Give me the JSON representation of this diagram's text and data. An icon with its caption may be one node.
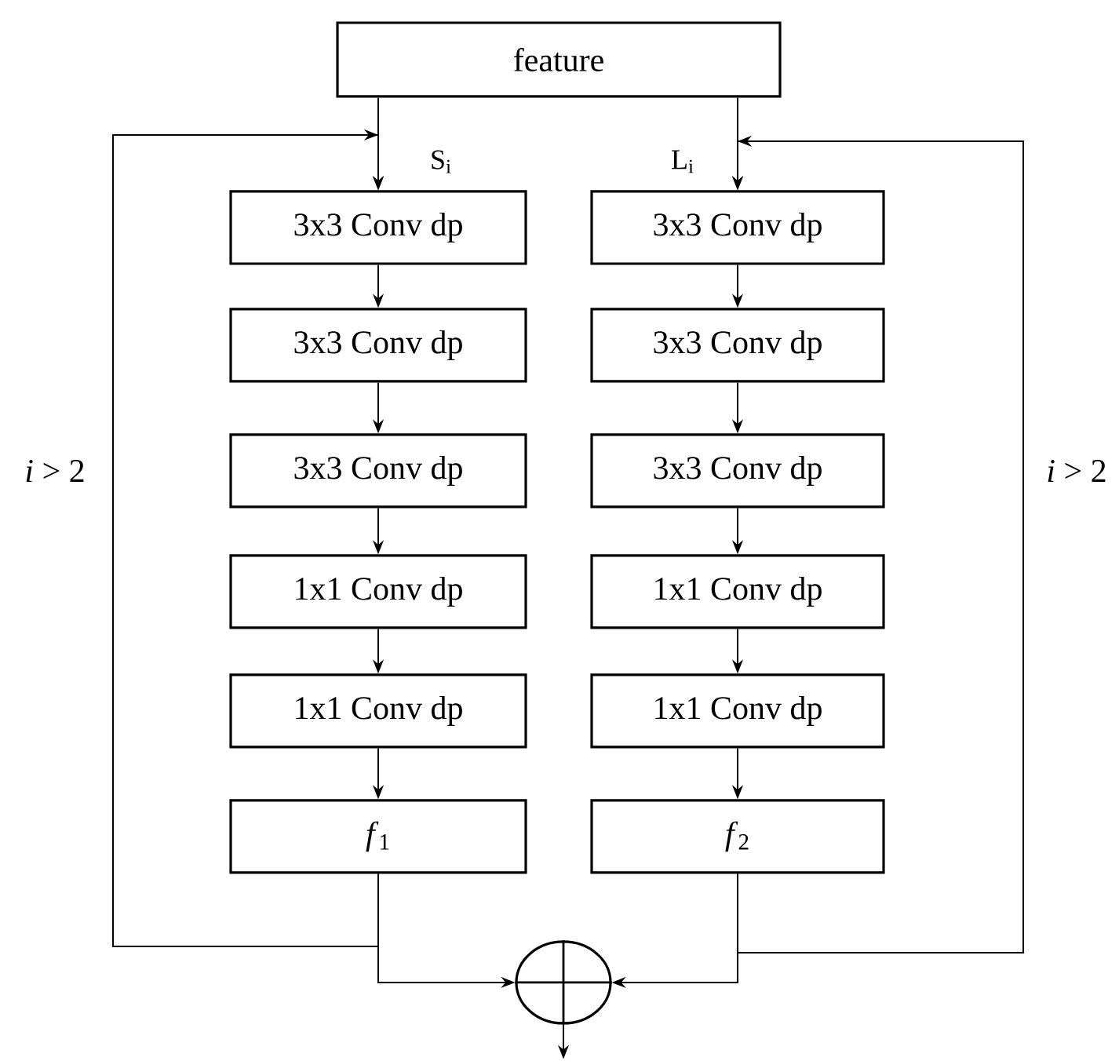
{
  "diagram": {
    "nodes": [
      {
        "text": [
          "feature"
        ]
      },
      {
        "text": [
          "3x3 Conv dp"
        ]
      },
      {
        "text": [
          "3x3 Conv dp"
        ]
      },
      {
        "text": [
          "3x3 Conv dp"
        ]
      },
      {
        "text": [
          "1x1 Conv dp"
        ]
      },
      {
        "text": [
          "1x1 Conv dp"
        ]
      },
      {
        "text": [
          "*f*$_{1}$"
        ]
      },
      {
        "text": [
          "3x3 Conv dp"
        ]
      },
      {
        "text": [
          "3x3 Conv dp"
        ]
      },
      {
        "text": [
          "3x3 Conv dp"
        ]
      },
      {
        "text": [
          "1x1 Conv dp"
        ]
      },
      {
        "text": [
          "1x1 Conv dp"
        ]
      },
      {
        "text": [
          "*f*$_{2}$"
        ]
      },
      {
        "text": [],
        "shape": "circle"
      }
    ],
    "edges": [
      {
        "from": 0,
        "to": 1,
        "arrow": "to",
        "label": "S$_{i}$"
      },
      {
        "from": 0,
        "to": 7,
        "arrow": "to",
        "label": "L$_{i}$"
      },
      {
        "from": 1,
        "to": 2,
        "arrow": "to"
      },
      {
        "from": 2,
        "to": 3,
        "arrow": "to"
      },
      {
        "from": 3,
        "to": 4,
        "arrow": "to"
      },
      {
        "from": 4,
        "to": 5,
        "arrow": "to"
      },
      {
        "from": 5,
        "to": 6,
        "arrow": "to"
      },
      {
        "from": 7,
        "to": 8,
        "arrow": "to"
      },
      {
        "from": 8,
        "to": 9,
        "arrow": "to"
      },
      {
        "from": 9,
        "to": 10,
        "arrow": "to"
      },
      {
        "from": 10,
        "to": 11,
        "arrow": "to"
      },
      {
        "from": 11,
        "to": 12,
        "arrow": "to"
      },
      {
        "from": 6,
        "to": 13,
        "arrow": "to"
      },
      {
        "from": 12,
        "to": 13,
        "arrow": "to"
      },
      {
        "from": 6,
        "to": 1,
        "arrow": "to",
        "label": "*i* > 2"
      },
      {
        "from": 12,
        "to": 7,
        "arrow": "to",
        "label": "*i* > 2"
      },
      {
        "from": 13,
        "to": null,
        "arrow": "to"
      }
    ]
  }
}
